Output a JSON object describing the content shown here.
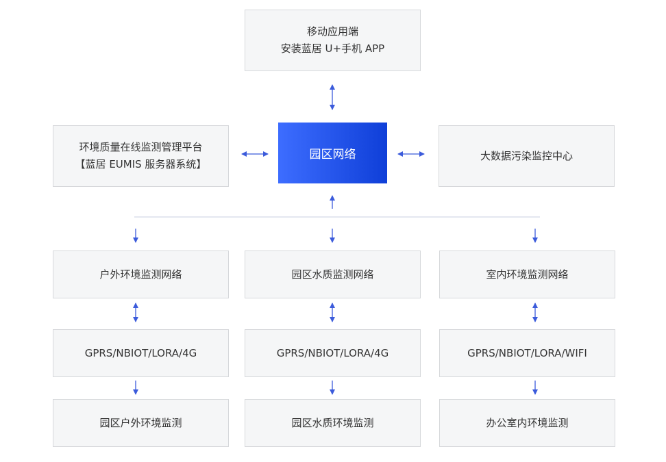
{
  "colors": {
    "arrow": "#3b5bdb",
    "hub_start": "#3d6dff",
    "hub_end": "#0f3fd8",
    "box_bg": "#f5f6f7",
    "box_border": "#d6d8db"
  },
  "top": {
    "line1": "移动应用端",
    "line2": "安装蓝居 U+手机 APP"
  },
  "left": {
    "line1": "环境质量在线监测管理平台",
    "line2": "【蓝居 EUMIS 服务器系统】"
  },
  "hub": {
    "label": "园区网络"
  },
  "right": {
    "label": "大数据污染监控中心"
  },
  "columns": [
    {
      "network": "户外环境监测网络",
      "protocol": "GPRS/NBIOT/LORA/4G",
      "monitor": "园区户外环境监测"
    },
    {
      "network": "园区水质监测网络",
      "protocol": "GPRS/NBIOT/LORA/4G",
      "monitor": "园区水质环境监测"
    },
    {
      "network": "室内环境监测网络",
      "protocol": "GPRS/NBIOT/LORA/WIFI",
      "monitor": "办公室内环境监测"
    }
  ]
}
